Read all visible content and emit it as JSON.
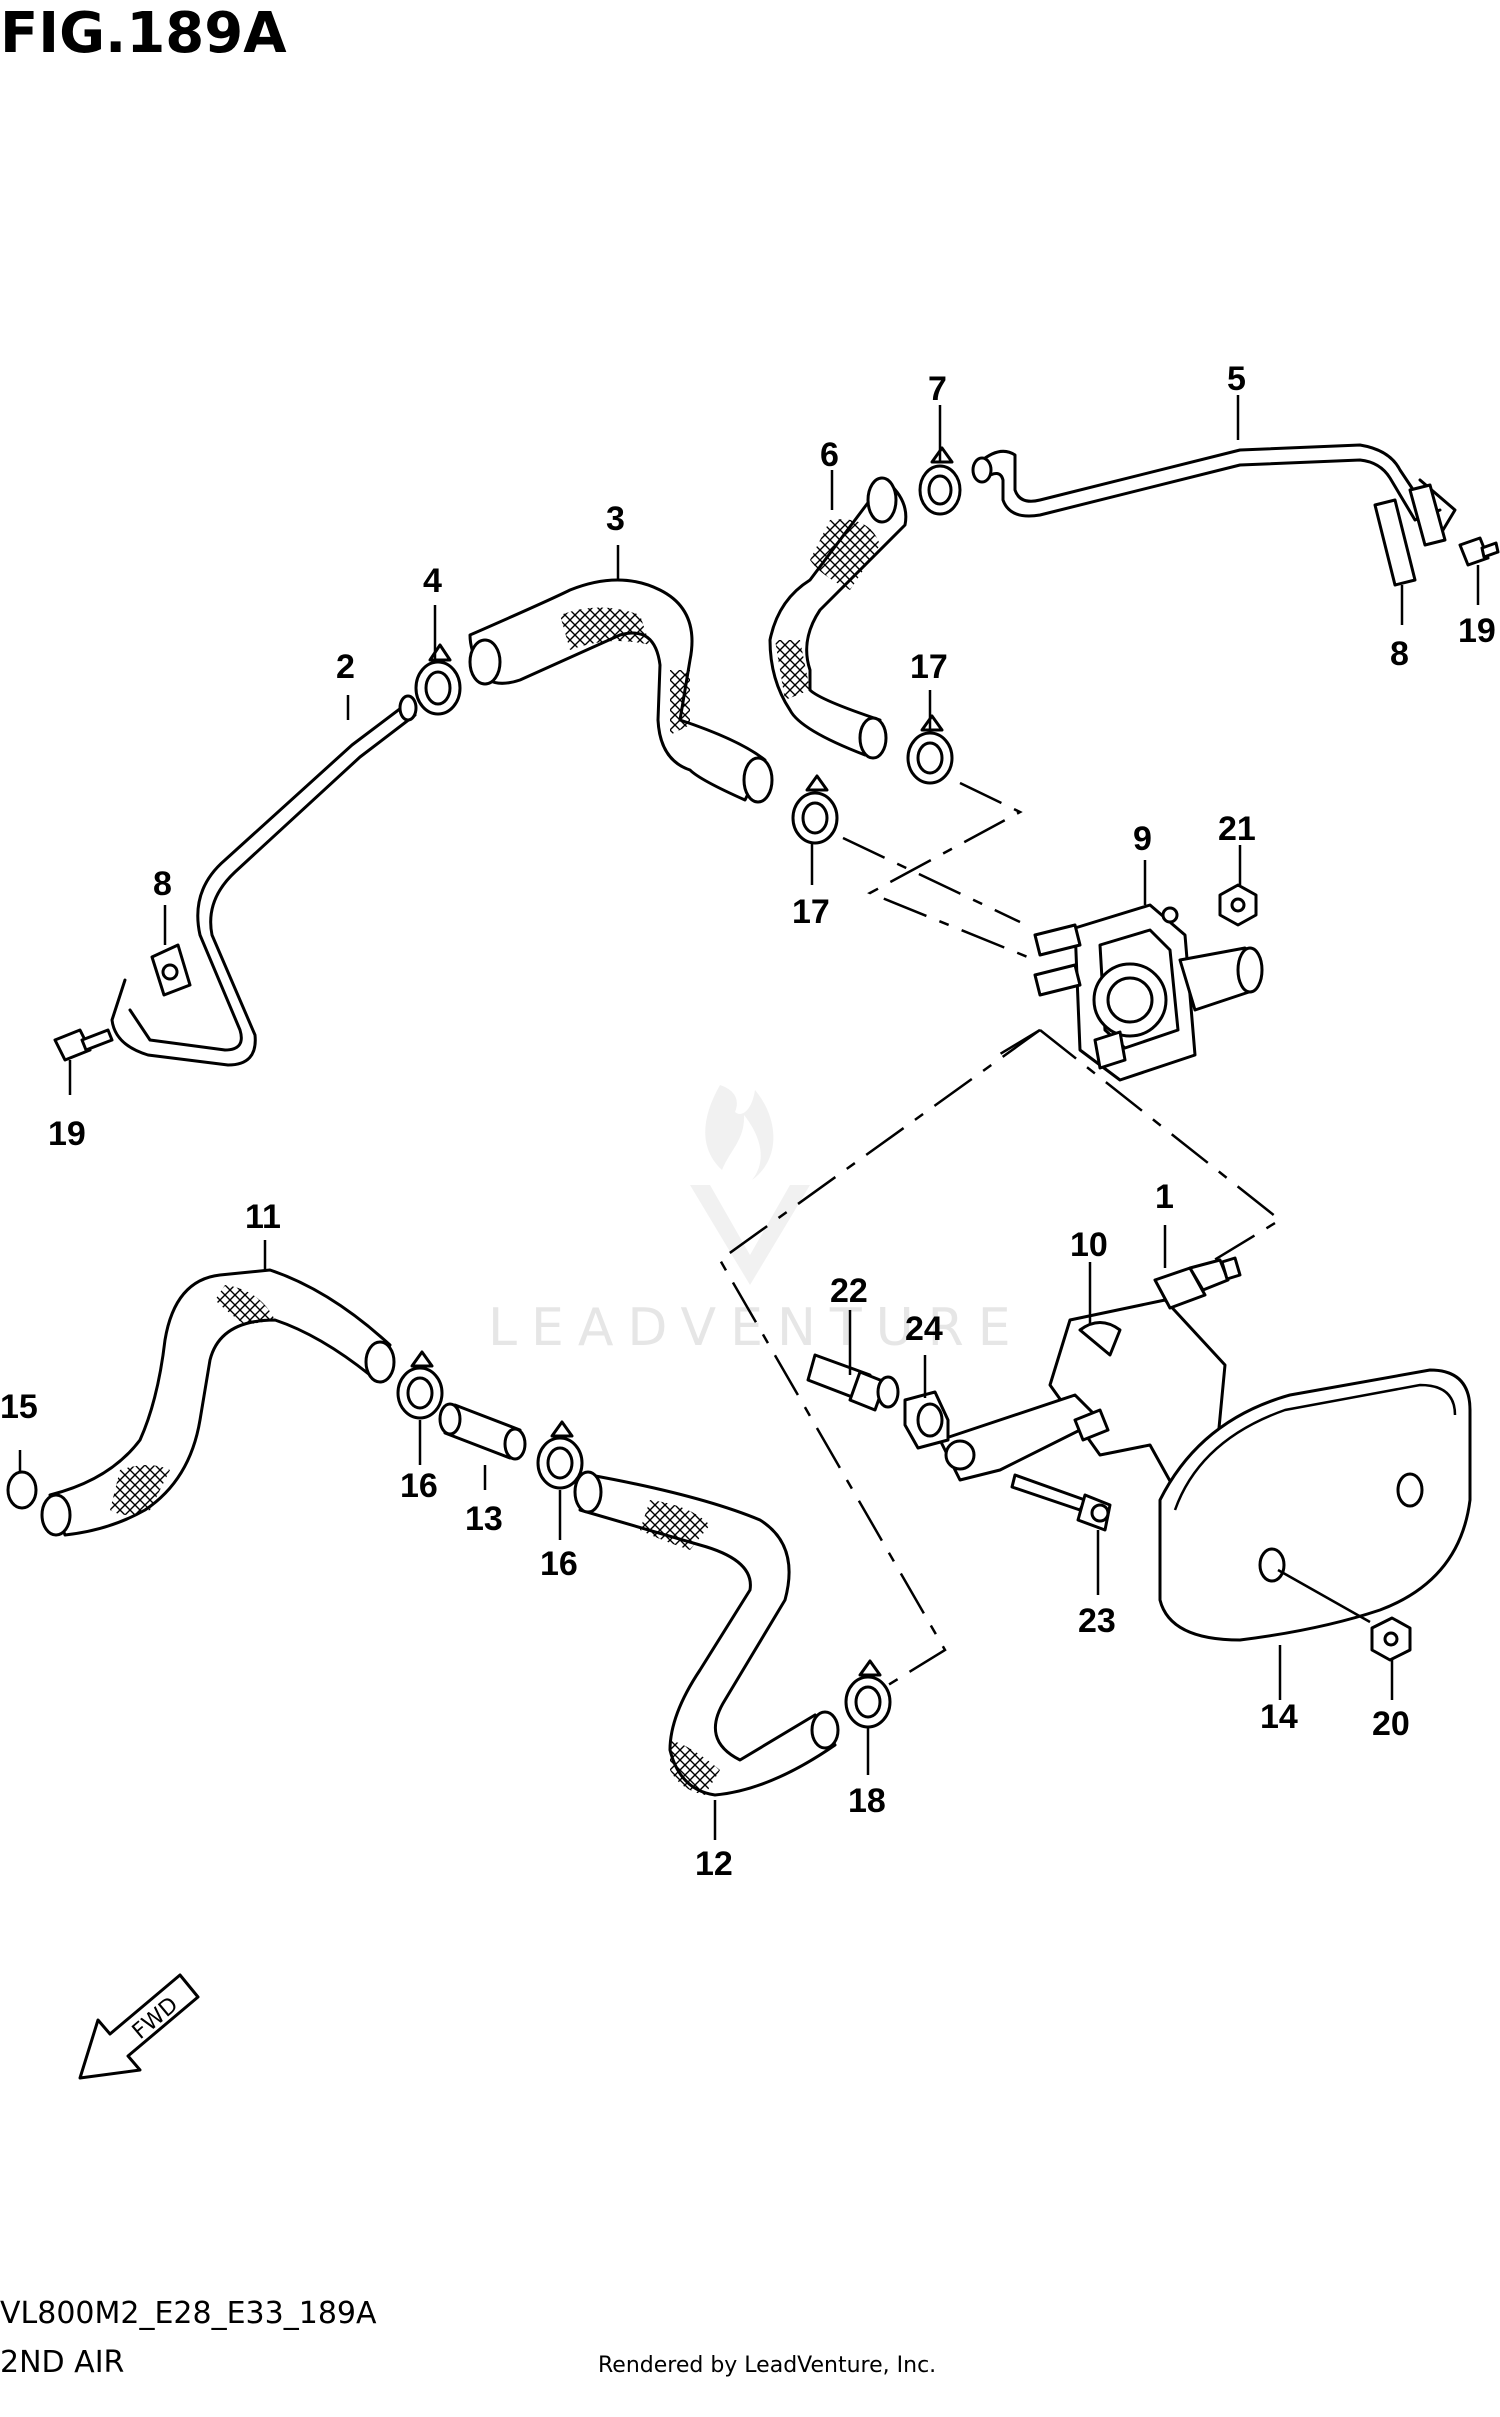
{
  "figure": {
    "title": "FIG.189A",
    "diagram_code": "VL800M2_E28_E33_189A",
    "section_name": "2ND AIR",
    "rendered_by": "Rendered by LeadVenture, Inc.",
    "watermark": "LEADVENTURE",
    "direction_label": "FWD"
  },
  "callouts": {
    "c1": "1",
    "c2": "2",
    "c3": "3",
    "c4": "4",
    "c5": "5",
    "c6": "6",
    "c7": "7",
    "c8a": "8",
    "c8b": "8",
    "c9": "9",
    "c10": "10",
    "c11": "11",
    "c12": "12",
    "c13": "13",
    "c14": "14",
    "c15": "15",
    "c16a": "16",
    "c16b": "16",
    "c17a": "17",
    "c17b": "17",
    "c18": "18",
    "c19a": "19",
    "c19b": "19",
    "c20": "20",
    "c21": "21",
    "c22": "22",
    "c23": "23",
    "c24": "24"
  }
}
